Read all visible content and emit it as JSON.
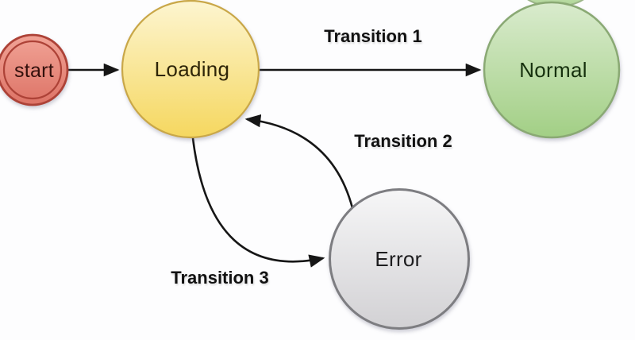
{
  "nodes": {
    "start": {
      "label": "start"
    },
    "loading": {
      "label": "Loading"
    },
    "normal": {
      "label": "Normal"
    },
    "error": {
      "label": "Error"
    }
  },
  "transitions": [
    {
      "label": "Transition 1",
      "from": "Loading",
      "to": "Normal"
    },
    {
      "label": "Transition 2",
      "from": "Error",
      "to": "Loading"
    },
    {
      "label": "Transition 3",
      "from": "Loading",
      "to": "Error"
    },
    {
      "label": "",
      "from": "start",
      "to": "Loading"
    }
  ],
  "colors": {
    "canvas_bg": "#fdfdfe",
    "edge": "#161616",
    "label_text": "#111111",
    "start_top": "#f1a396",
    "start_bottom": "#dd7366",
    "start_border": "#ad4237",
    "start_text": "#33100c",
    "loading_top": "#fdf5d0",
    "loading_bottom": "#f5d75f",
    "loading_border": "#c9a748",
    "loading_text": "#2e2508",
    "normal_top": "#d9ebcd",
    "normal_bottom": "#a2cf85",
    "normal_border": "#8aa974",
    "normal_text": "#16300e",
    "error_top": "#f6f6f7",
    "error_bottom": "#d2d1d4",
    "error_border": "#7d7d81",
    "error_text": "#1d1d1f"
  }
}
